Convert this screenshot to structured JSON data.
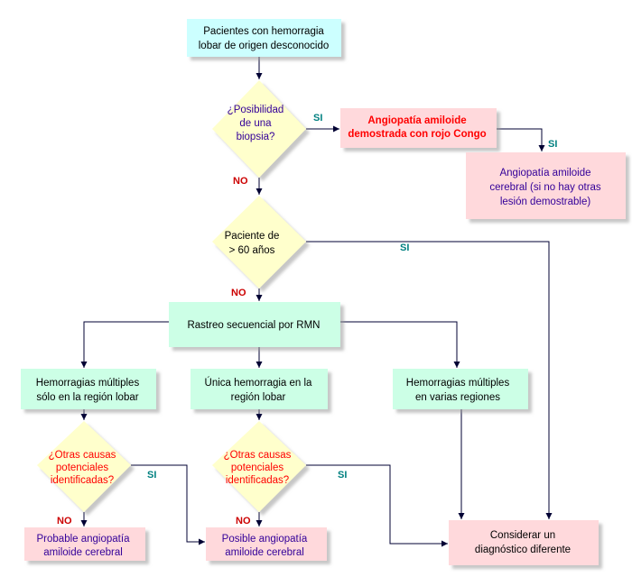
{
  "colors": {
    "start_fill": "#ccffff",
    "process_fill": "#ccffe6",
    "decision_fill": "#ffffcc",
    "outcome_fill": "#ffd9dc",
    "line": "#000033",
    "yes_label": "#008080",
    "no_label": "#cc0000",
    "emphasis_red": "#ff0000",
    "outcome_text": "#330099"
  },
  "nodes": {
    "start": {
      "lines": [
        "Pacientes con hemorragia",
        "lobar de origen desconocido"
      ]
    },
    "biopsy_question": {
      "lines": [
        "¿Posibilidad",
        "de una",
        "biopsia?"
      ]
    },
    "congo_red": {
      "lines": [
        "Angiopatía amiloide",
        "demostrada con rojo Congo"
      ]
    },
    "caa_confirmed": {
      "lines": [
        "Angiopatía amiloide",
        "cerebral (si no hay otras",
        "lesión demostrable)"
      ]
    },
    "age_question": {
      "lines": [
        "Paciente de",
        "> 60 años"
      ]
    },
    "mri_screening": {
      "lines": [
        "Rastreo secuencial por RMN"
      ]
    },
    "multi_lobar": {
      "lines": [
        "Hemorragias múltiples",
        "sólo en la región lobar"
      ]
    },
    "single_lobar": {
      "lines": [
        "Única hemorragia en la",
        "región lobar"
      ]
    },
    "multi_regions": {
      "lines": [
        "Hemorragias múltiples",
        "en varias regiones"
      ]
    },
    "other_causes_1": {
      "lines": [
        "¿Otras causas",
        "potenciales",
        "identificadas?"
      ]
    },
    "other_causes_2": {
      "lines": [
        "¿Otras causas",
        "potenciales",
        "identificadas?"
      ]
    },
    "probable_caa": {
      "lines": [
        "Probable angiopatía",
        "amiloide cerebral"
      ]
    },
    "possible_caa": {
      "lines": [
        "Posible angiopatía",
        "amiloide cerebral"
      ]
    },
    "alt_diagnosis": {
      "lines": [
        "Considerar un",
        "diagnóstico diferente"
      ]
    }
  },
  "edge_labels": {
    "yes": "SI",
    "no": "NO"
  }
}
